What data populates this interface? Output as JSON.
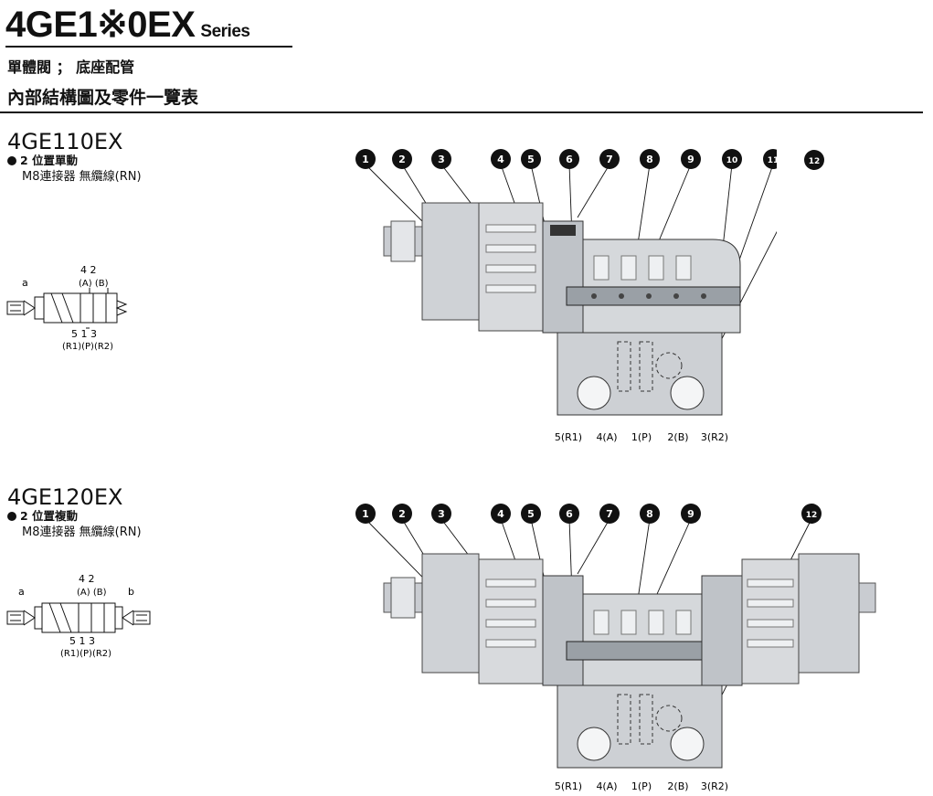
{
  "header": {
    "title": "4GE1※0EX",
    "series": "Series",
    "subtitle": "單體閥 ； 底座配管",
    "section_title": "內部結構圖及零件一覽表"
  },
  "diagrams": [
    {
      "model": "4GE110EX",
      "type_label": "2 位置單動",
      "connector_label": "M8連接器 無纜線(RN)",
      "symbol": {
        "solenoid_a": "a",
        "top_ports": "4  2",
        "top_ports_sub": "(A) (B)",
        "bottom_ports": "5  1  3",
        "bottom_ports_sub": "(R1)(P)(R2)"
      },
      "callouts": [
        "1",
        "2",
        "3",
        "4",
        "5",
        "6",
        "7",
        "8",
        "9",
        "10",
        "11",
        "12"
      ],
      "port_labels": [
        "5(R1)",
        "4(A)",
        "1(P)",
        "2(B)",
        "3(R2)"
      ]
    },
    {
      "model": "4GE120EX",
      "type_label": "2 位置複動",
      "connector_label": "M8連接器 無纜線(RN)",
      "symbol": {
        "solenoid_a": "a",
        "solenoid_b": "b",
        "top_ports": "4  2",
        "top_ports_sub": "(A) (B)",
        "bottom_ports": "5  1  3",
        "bottom_ports_sub": "(R1)(P)(R2)"
      },
      "callouts": [
        "1",
        "2",
        "3",
        "4",
        "5",
        "6",
        "7",
        "8",
        "9",
        "12"
      ],
      "port_labels": [
        "5(R1)",
        "4(A)",
        "1(P)",
        "2(B)",
        "3(R2)"
      ]
    }
  ]
}
